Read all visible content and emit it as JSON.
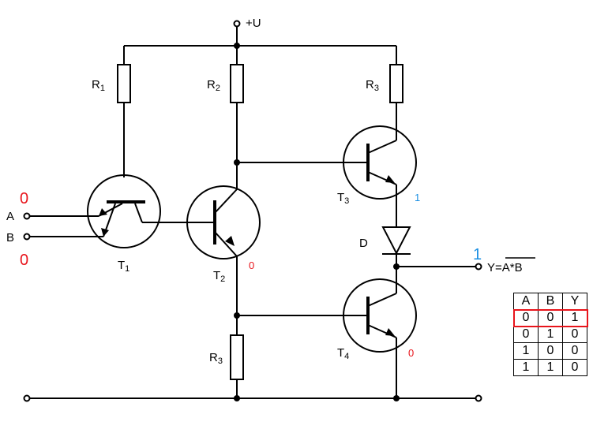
{
  "labels": {
    "supply": "+U",
    "R1": "R",
    "R1_sub": "1",
    "R2": "R",
    "R2_sub": "2",
    "R3_top": "R",
    "R3_top_sub": "3",
    "R3_bot": "R",
    "R3_bot_sub": "3",
    "T1": "T",
    "T1_sub": "1",
    "T2": "T",
    "T2_sub": "2",
    "T3": "T",
    "T3_sub": "3",
    "T4": "T",
    "T4_sub": "4",
    "D": "D",
    "A": "A",
    "B": "B",
    "output_prefix": "Y=",
    "output_expr": "A*B"
  },
  "states": {
    "A": "0",
    "B": "0",
    "T2": "0",
    "T3": "1",
    "T4": "0",
    "Y": "1"
  },
  "colors": {
    "input_state": "#e8141b",
    "output_state": "#1a8fe3",
    "highlight": "#e8141b"
  },
  "truth_table": {
    "headers": [
      "A",
      "B",
      "Y"
    ],
    "rows": [
      [
        "0",
        "0",
        "1"
      ],
      [
        "0",
        "1",
        "0"
      ],
      [
        "1",
        "0",
        "0"
      ],
      [
        "1",
        "1",
        "0"
      ]
    ],
    "highlighted_row": 0
  }
}
